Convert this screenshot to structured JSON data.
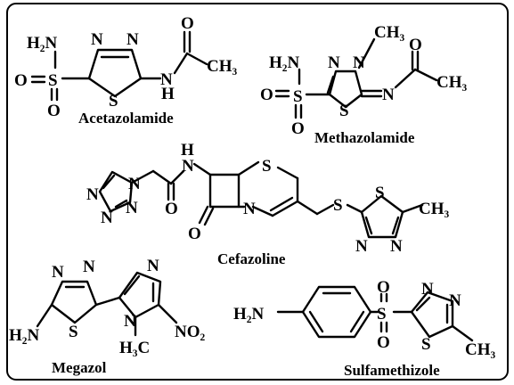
{
  "figure": {
    "compounds": [
      {
        "name": "Acetazolamide"
      },
      {
        "name": "Methazolamide"
      },
      {
        "name": "Cefazoline"
      },
      {
        "name": "Megazol"
      },
      {
        "name": "Sulfamethizole"
      }
    ],
    "atoms": {
      "H2N": "H₂N",
      "H": "H",
      "N": "N",
      "S": "S",
      "O": "O",
      "CH3": "CH₃",
      "H3C": "H₃C",
      "NO2": "NO₂"
    }
  }
}
